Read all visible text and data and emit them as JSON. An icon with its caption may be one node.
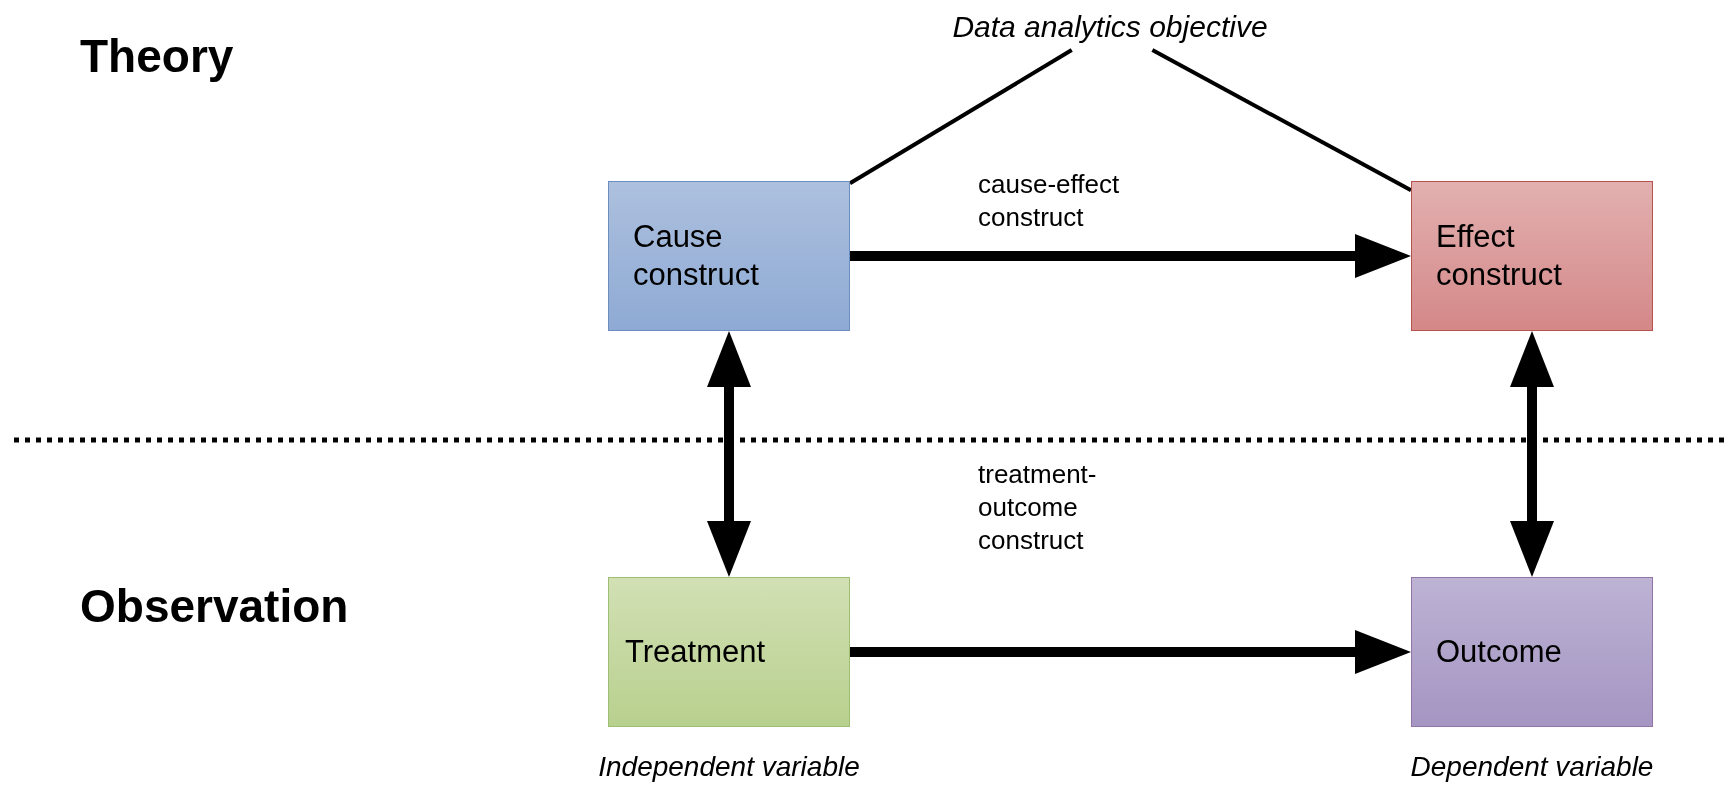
{
  "diagram": {
    "nodes": [
      {
        "text": [
          "Data analytics objective"
        ]
      },
      {
        "text": [
          "Cause construct"
        ]
      },
      {
        "text": [
          "Effect construct"
        ]
      },
      {
        "text": [
          "Treatment"
        ],
        "beside": [
          "Independent variable"
        ]
      },
      {
        "text": [
          "Outcome"
        ],
        "beside": [
          "Dependent variable"
        ]
      }
    ],
    "edges": [
      {
        "from": 0,
        "to": 1,
        "arrow": "none"
      },
      {
        "from": 0,
        "to": 2,
        "arrow": "none"
      },
      {
        "from": 1,
        "to": 2,
        "arrow": "to",
        "label": "cause-effect construct"
      },
      {
        "from": 3,
        "to": 4,
        "arrow": "to",
        "label": "treatment-outcome construct"
      },
      {
        "from": 1,
        "to": 3,
        "arrow": "both"
      },
      {
        "from": 2,
        "to": 4,
        "arrow": "both"
      }
    ],
    "labels": [
      "Theory",
      "Observation"
    ]
  }
}
